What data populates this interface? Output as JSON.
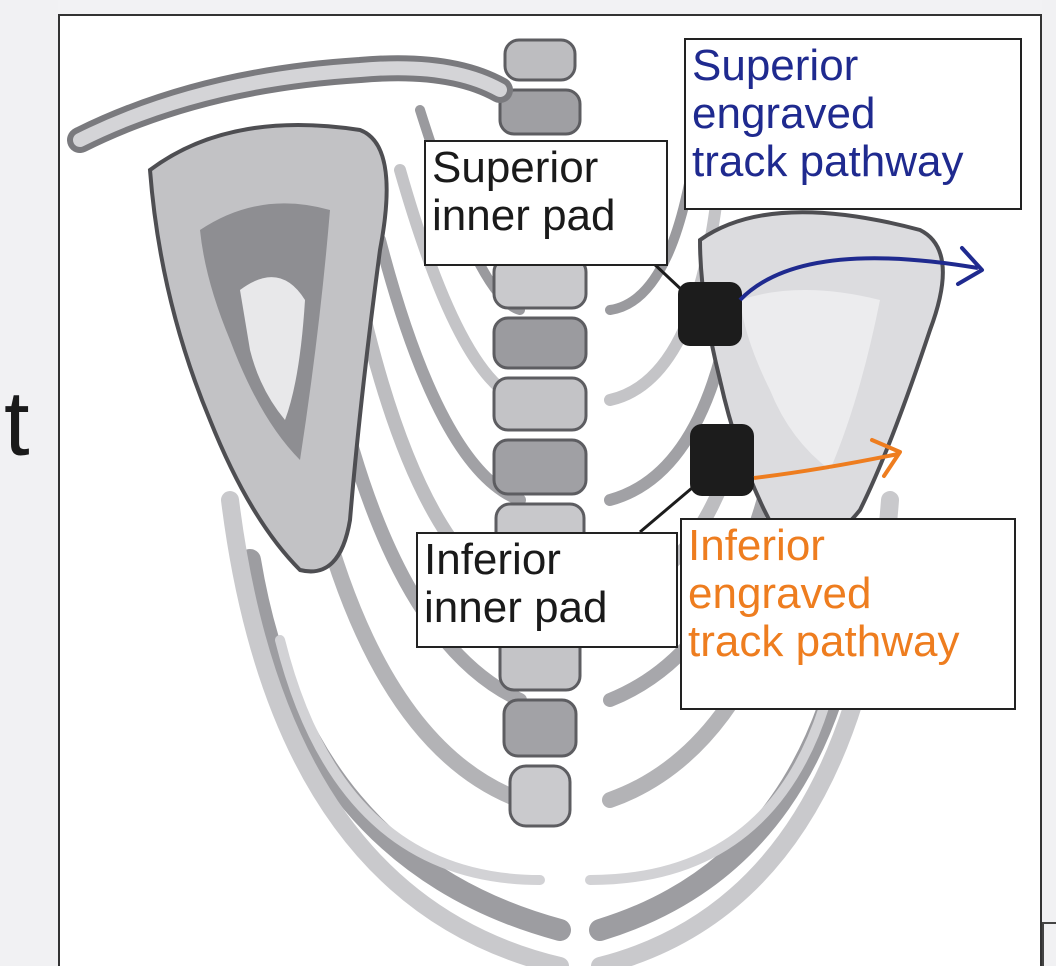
{
  "left_fragment": "t",
  "labels": {
    "superior_inner_pad": "Superior\ninner pad",
    "inferior_inner_pad": "Inferior\ninner pad",
    "superior_track": "Superior\nengraved\ntrack pathway",
    "inferior_track": "Inferior\nengraved\ntrack pathway"
  },
  "colors": {
    "superior_track": "#1f2a8f",
    "inferior_track": "#ee7d1f",
    "pad": "#1c1c1c",
    "bone_light": "#e4e4e6",
    "bone_mid": "#b9b9bc",
    "bone_dark": "#6e6e72"
  }
}
